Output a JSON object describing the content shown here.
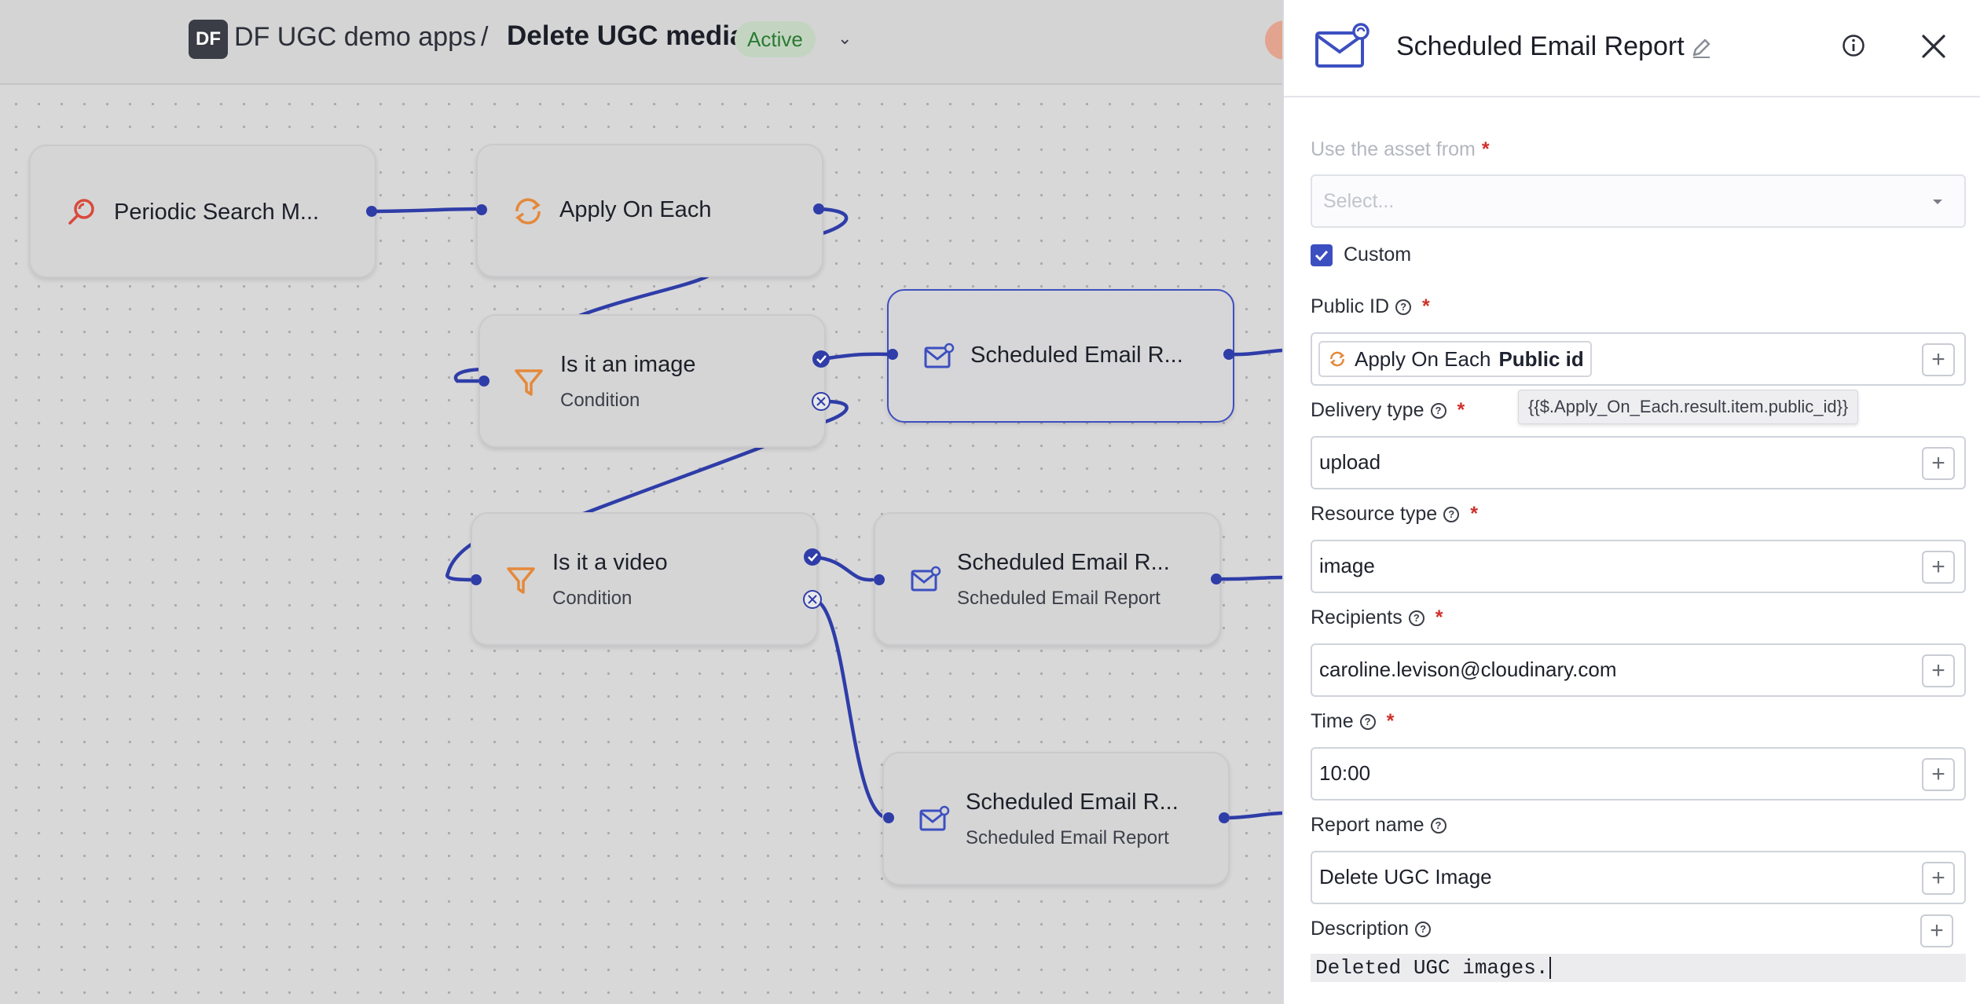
{
  "header": {
    "app_badge": "DF",
    "app_name": "DF UGC demo apps",
    "separator": "/",
    "flow_name": "Delete UGC media",
    "status": "Active",
    "status_caret": "⌄"
  },
  "nodes": [
    {
      "id": "periodic-search",
      "title": "Periodic Search M...",
      "subtitle": "",
      "icon": "search-icon"
    },
    {
      "id": "apply-on-each",
      "title": "Apply On Each",
      "subtitle": "",
      "icon": "loop-icon"
    },
    {
      "id": "is-image",
      "title": "Is it an image",
      "subtitle": "Condition",
      "icon": "filter-icon"
    },
    {
      "id": "email-1",
      "title": "Scheduled Email R...",
      "subtitle": "",
      "icon": "email-icon"
    },
    {
      "id": "is-video",
      "title": "Is it a video",
      "subtitle": "Condition",
      "icon": "filter-icon"
    },
    {
      "id": "email-2",
      "title": "Scheduled Email R...",
      "subtitle": "Scheduled Email Report",
      "icon": "email-icon"
    },
    {
      "id": "email-3",
      "title": "Scheduled Email R...",
      "subtitle": "Scheduled Email Report",
      "icon": "email-icon"
    }
  ],
  "panel": {
    "title": "Scheduled Email Report",
    "asset_from": {
      "label": "Use the asset from",
      "placeholder": "Select..."
    },
    "custom": {
      "label": "Custom",
      "checked": true
    },
    "public_id": {
      "label": "Public ID",
      "chip_source": "Apply On Each",
      "chip_field": "Public id"
    },
    "tooltip": "{{$.Apply_On_Each.result.item.public_id}}",
    "delivery_type": {
      "label": "Delivery type",
      "value": "upload"
    },
    "resource_type": {
      "label": "Resource type",
      "value": "image"
    },
    "recipients": {
      "label": "Recipients",
      "value": "caroline.levison@cloudinary.com"
    },
    "time": {
      "label": "Time",
      "value": "10:00"
    },
    "report_name": {
      "label": "Report name",
      "value": "Delete UGC Image"
    },
    "description": {
      "label": "Description",
      "value": "Deleted UGC images."
    },
    "required_mark": "*",
    "help_glyph": "?",
    "plus_glyph": "+"
  },
  "colors": {
    "accent": "#3c4fc0",
    "edge": "#2f3da8",
    "orange_icon": "#e4893a",
    "red_icon": "#d9493b",
    "active_text": "#2a7a33",
    "active_bg": "#c3d5c1"
  }
}
